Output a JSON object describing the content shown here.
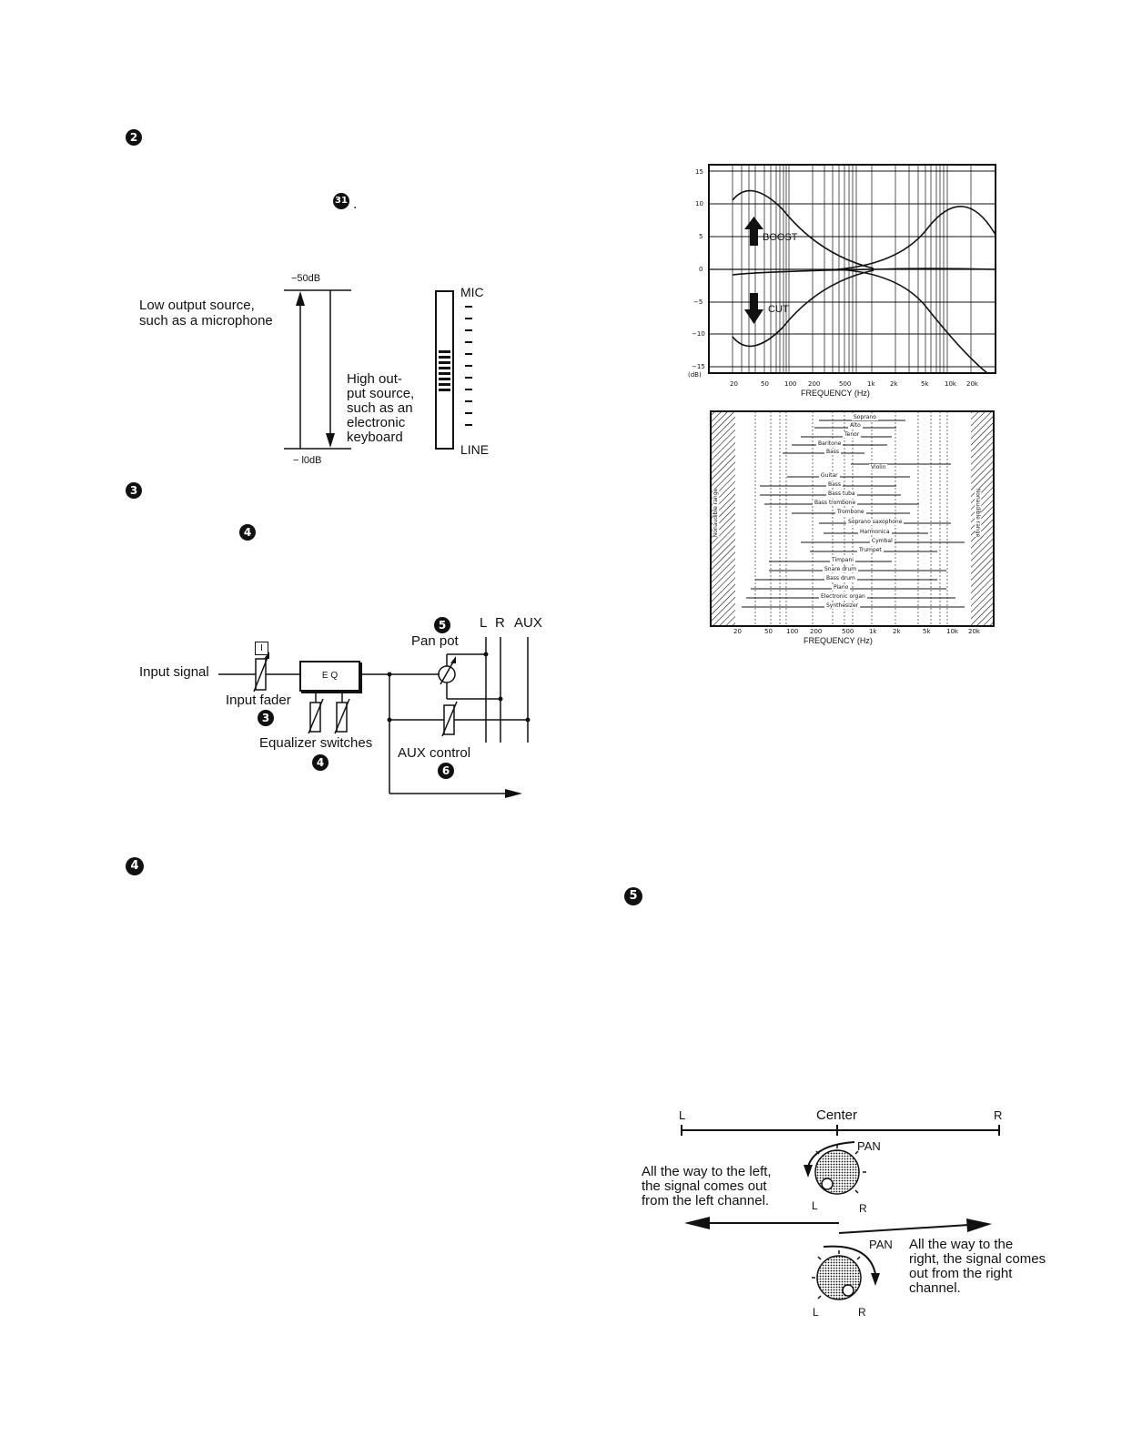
{
  "markers": {
    "m2": "2",
    "m31": "31",
    "m3": "3",
    "m4a": "4",
    "m5": "5",
    "m3b": "3",
    "m4b": "4",
    "m6": "6",
    "m4c": "4",
    "m5b": "5"
  },
  "level_diagram": {
    "top_db": "−50dB",
    "bottom_db": "− l0dB",
    "low_source": [
      "Low output source,",
      "such as a microphone"
    ],
    "high_source": [
      "High out-",
      "put source,",
      "such as an",
      "electronic",
      "keyboard"
    ],
    "mic_label": "MIC",
    "line_label": "LINE"
  },
  "signal_flow": {
    "input_signal": "Input signal",
    "input_fader": "Input fader",
    "pad_box": "I",
    "eq_box": "E Q",
    "equalizer_switches": "Equalizer switches",
    "pan_pot": "Pan pot",
    "aux_control": "AUX control",
    "bus_L": "L",
    "bus_R": "R",
    "bus_AUX": "AUX"
  },
  "eq_chart": {
    "y_ticks": [
      "15",
      "10",
      "5",
      "0",
      "−5",
      "−10",
      "−15"
    ],
    "y_unit": "(dB)",
    "x_ticks": [
      "20",
      "50",
      "100",
      "200",
      "500",
      "1k",
      "2k",
      "5k",
      "10k",
      "20k"
    ],
    "x_label": "FREQUENCY (Hz)",
    "boost": "BOOST",
    "cut": "CUT"
  },
  "range_chart": {
    "side_label": "Nonaudible range",
    "x_ticks": [
      "20",
      "50",
      "100",
      "200",
      "500",
      "1k",
      "2k",
      "5k",
      "10k",
      "20k"
    ],
    "x_label": "FREQUENCY (Hz)",
    "instruments": [
      "Soprano",
      "Alto",
      "Tenor",
      "Baritone",
      "Bass",
      "Violin",
      "Guitar",
      "Bass",
      "Bass tuba",
      "Bass trombone",
      "Trombone",
      "Soprano saxophone",
      "Harmonica",
      "Cymbal",
      "Trumpet",
      "Timpani",
      "Snare drum",
      "Bass drum",
      "Piano",
      "Electronic organ",
      "Synthesizer"
    ]
  },
  "pan_diagram": {
    "left": "L",
    "center": "Center",
    "right": "R",
    "knob_label": "PAN",
    "knob_L": "L",
    "knob_R": "R",
    "left_text": [
      "All the way to the left,",
      "the signal comes out",
      "from the left channel."
    ],
    "right_text": [
      "All the way to the",
      "right, the signal comes",
      "out from the right",
      "channel."
    ]
  }
}
